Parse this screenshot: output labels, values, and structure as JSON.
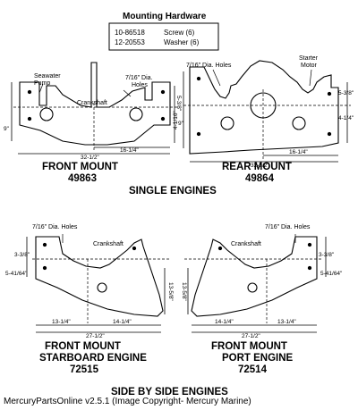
{
  "hardware": {
    "title": "Mounting Hardware",
    "items": [
      {
        "part": "10-86518",
        "name": "Screw (6)"
      },
      {
        "part": "12-20553",
        "name": "Washer (6)"
      }
    ]
  },
  "single": {
    "front": {
      "labels": [
        "Seawater",
        "Pump",
        "Crankshaft",
        "7/16\" Dia.",
        "Holes"
      ],
      "dims": [
        "5-3/8\"",
        "4-1/16\"",
        "9\"",
        "32-1/2\"",
        "16-1/4\""
      ],
      "title": "FRONT MOUNT",
      "part": "49863"
    },
    "rear": {
      "labels": [
        "7/16\" Dia. Holes",
        "Starter",
        "Motor"
      ],
      "dims": [
        "5-3/8\"",
        "4-1/4\"",
        "9\"",
        "32-1/2\"",
        "16-1/4\""
      ],
      "title": "REAR MOUNT",
      "part": "49864"
    },
    "caption": "SINGLE ENGINES"
  },
  "side": {
    "starboard": {
      "labels": [
        "7/16\" Dia. Holes",
        "Crankshaft"
      ],
      "dims": [
        "3-3/8\"",
        "5-41/64\"",
        "13-5/8\"",
        "13-1/4\"",
        "14-1/4\"",
        "27-1/2\""
      ],
      "title1": "FRONT MOUNT",
      "title2": "STARBOARD ENGINE",
      "part": "72515"
    },
    "port": {
      "labels": [
        "7/16\" Dia. Holes",
        "Crankshaft"
      ],
      "dims": [
        "3-3/8\"",
        "5-41/64\"",
        "13-5/8\"",
        "14-1/4\"",
        "13-1/4\"",
        "27-1/2\""
      ],
      "title1": "FRONT MOUNT",
      "title2": "PORT ENGINE",
      "part": "72514"
    },
    "caption": "SIDE BY SIDE ENGINES"
  },
  "footer": "MercuryPartsOnline v2.5.1 (Image Copyright- Mercury Marine)"
}
